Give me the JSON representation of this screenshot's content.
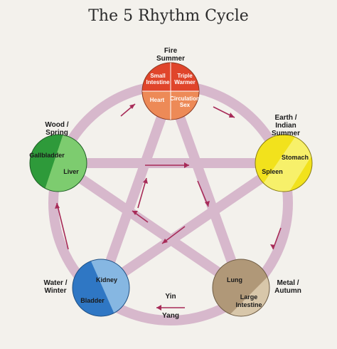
{
  "title": "The 5 Rhythm Cycle",
  "colors": {
    "fire": "#e0452b",
    "fire_light": "#ed8a57",
    "earth": "#f2e21c",
    "earth_light": "#f7f06a",
    "metal": "#b09878",
    "metal_light": "#d8c7aa",
    "water": "#2f77c4",
    "water_light": "#86b7e2",
    "wood": "#2e9a3a",
    "wood_light": "#7dcc6f",
    "cycle_line": "#d7b8cc",
    "arrow": "#a72b58"
  },
  "elements": {
    "fire": {
      "label_line1": "Fire",
      "label_line2": "Summer",
      "organ1": "Small",
      "organ1b": "Intestine",
      "organ2": "Triple",
      "organ2b": "Warmer",
      "organ3": "Heart",
      "organ4": "Circulation",
      "organ4b": "Sex"
    },
    "earth": {
      "label_line1": "Earth /",
      "label_line2": "Indian",
      "label_line3": "Summer",
      "organ1": "Stomach",
      "organ2": "Spleen"
    },
    "metal": {
      "label_line1": "Metal /",
      "label_line2": "Autumn",
      "organ1": "Lung",
      "organ2": "Large",
      "organ2b": "Intestine"
    },
    "water": {
      "label_line1": "Water /",
      "label_line2": "Winter",
      "organ1": "Kidney",
      "organ2": "Bladder"
    },
    "wood": {
      "label_line1": "Wood /",
      "label_line2": "Spring",
      "organ1": "Gallbladder",
      "organ2": "Liver"
    }
  },
  "yin_label": "Yin",
  "yang_label": "Yang"
}
